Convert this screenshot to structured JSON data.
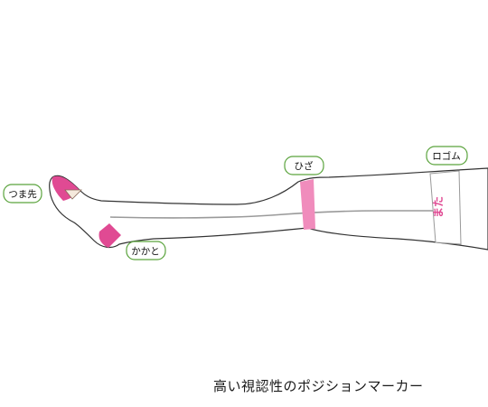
{
  "labels": {
    "toe": "つま先",
    "heel": "かかと",
    "knee": "ひざ",
    "welt": "ロゴム",
    "thigh_mark": "また"
  },
  "caption": "高い視認性のポジションマーカー",
  "colors": {
    "marker_pink": "#e04a93",
    "knee_pink": "#f08cbc",
    "label_border": "#5aa33c",
    "skin": "#f7dcc6",
    "outline": "#333333",
    "center_line": "#9a9a9a"
  }
}
